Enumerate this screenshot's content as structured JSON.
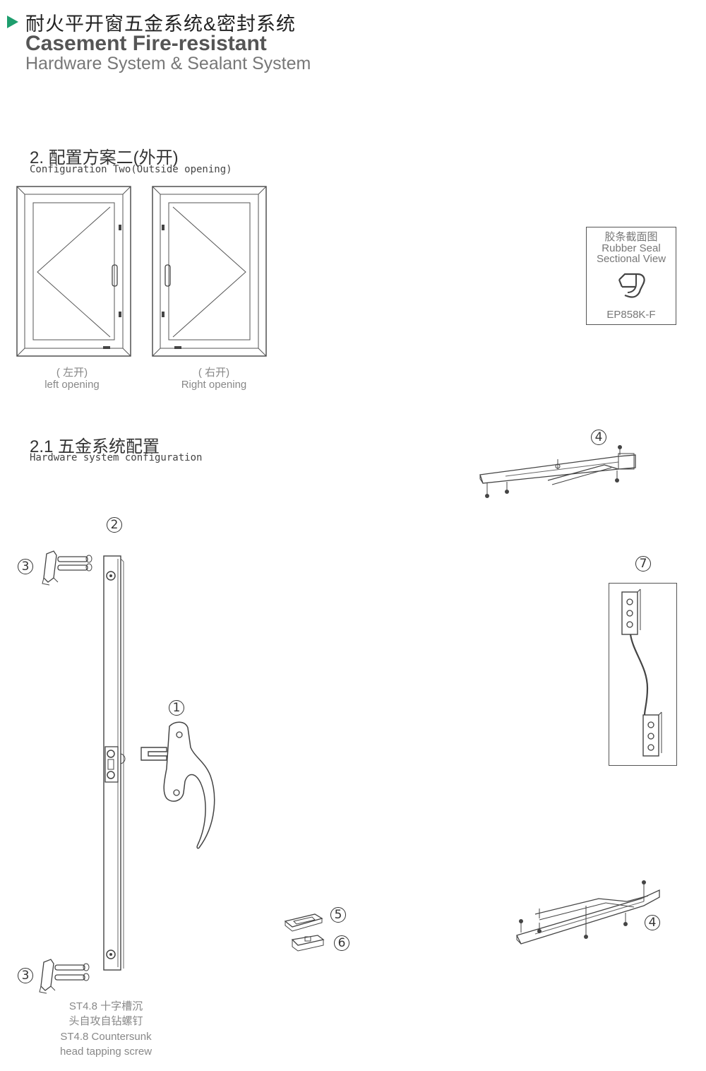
{
  "header": {
    "title_zh": "耐火平开窗五金系统&密封系统",
    "title_en_1": "Casement Fire-resistant",
    "title_en_2": "Hardware System & Sealant System"
  },
  "section_config": {
    "title": "2. 配置方案二(外开)",
    "subtitle": "Configuration Two(Outside opening)",
    "left_window": {
      "label_zh": "( 左开)",
      "label_en": "left opening"
    },
    "right_window": {
      "label_zh": "( 右开)",
      "label_en": "Right opening"
    }
  },
  "rubber_seal": {
    "label_zh": "胶条截面图",
    "label_en_1": "Rubber Seal",
    "label_en_2": "Sectional View",
    "model": "EP858K-F"
  },
  "section_hardware": {
    "title": "2.1 五金系统配置",
    "subtitle": "Hardware system configuration"
  },
  "part_numbers": {
    "handle": "1",
    "transmission_rod": "2",
    "corner_guide_top": "3",
    "corner_guide_bottom": "3",
    "hinge_top": "4",
    "hinge_bottom": "4",
    "keeper": "5",
    "striker_block": "6",
    "restrictor": "7"
  },
  "screw_note": {
    "line_zh_1": "ST4.8 十字槽沉",
    "line_zh_2": "头自攻自钻螺钉",
    "line_en_1": "ST4.8 Countersunk",
    "line_en_2": "head tapping screw"
  }
}
